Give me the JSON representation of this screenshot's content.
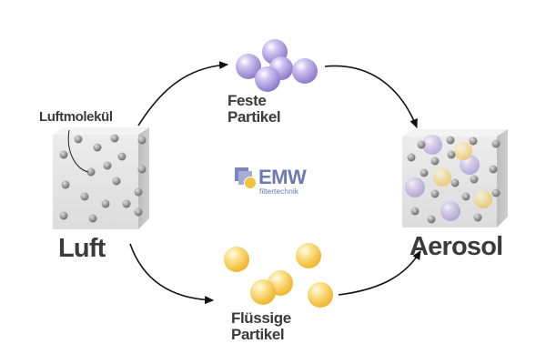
{
  "labels": {
    "luftmolekul": "Luftmolekül",
    "luft": "Luft",
    "feste_1": "Feste",
    "feste_2": "Partikel",
    "flussige_1": "Flüssige",
    "flussige_2": "Partikel",
    "aerosol": "Aerosol"
  },
  "logo": {
    "word": "EMW",
    "sub": "filtertechnik"
  },
  "colors": {
    "text": "#3b3b3b",
    "solid_particle": "#a99bd9",
    "liquid_particle": "#f5cb4a",
    "molecule": "#8a8a8a",
    "cube_front": "#e6e6e6",
    "logo_blue": "#6d78b6"
  }
}
